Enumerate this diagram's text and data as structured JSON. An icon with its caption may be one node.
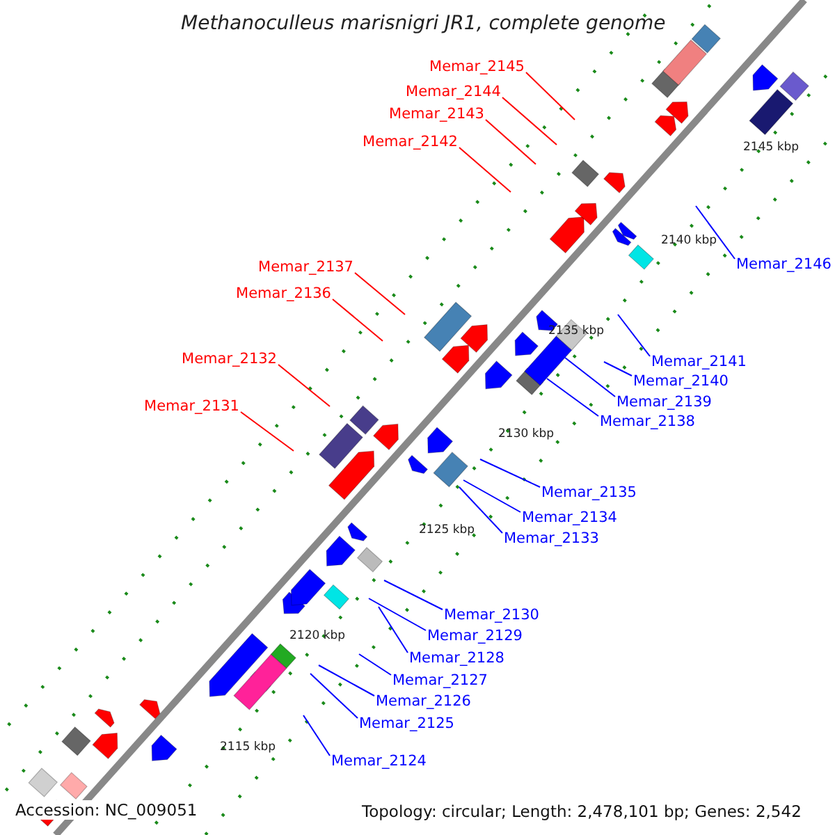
{
  "diagram": {
    "title": "Methanoculleus marisnigri JR1, complete genome",
    "nodes": [
      {
        "text": [
          "Memar_2145"
        ]
      },
      {
        "text": [
          "Memar_2144"
        ]
      },
      {
        "text": [
          "Memar_2143"
        ]
      },
      {
        "text": [
          "Memar_2142"
        ]
      },
      {
        "text": [
          "Memar_2146"
        ]
      },
      {
        "text": [
          "Memar_2137"
        ]
      },
      {
        "text": [
          "Memar_2136"
        ]
      },
      {
        "text": [
          "Memar_2141"
        ]
      },
      {
        "text": [
          "Memar_2140"
        ]
      },
      {
        "text": [
          "Memar_2132"
        ]
      },
      {
        "text": [
          "Memar_2139"
        ]
      },
      {
        "text": [
          "Memar_2138"
        ]
      },
      {
        "text": [
          "Memar_2131"
        ]
      },
      {
        "text": [
          "Memar_2135"
        ]
      },
      {
        "text": [
          "Memar_2134"
        ]
      },
      {
        "text": [
          "Memar_2133"
        ]
      },
      {
        "text": [
          "Memar_2130"
        ]
      },
      {
        "text": [
          "Memar_2129"
        ]
      },
      {
        "text": [
          "Memar_2128"
        ]
      },
      {
        "text": [
          "Memar_2127"
        ]
      },
      {
        "text": [
          "Memar_2126"
        ]
      },
      {
        "text": [
          "Memar_2125"
        ]
      },
      {
        "text": [
          "Memar_2124"
        ]
      }
    ],
    "edges": [
      {
        "from": 0,
        "to": null,
        "arrow": "none",
        "color": "#ff0000"
      },
      {
        "from": 1,
        "to": null,
        "arrow": "none",
        "color": "#ff0000"
      },
      {
        "from": 2,
        "to": null,
        "arrow": "none",
        "color": "#ff0000"
      },
      {
        "from": 3,
        "to": null,
        "arrow": "none",
        "color": "#ff0000"
      },
      {
        "from": 4,
        "to": null,
        "arrow": "none"
      },
      {
        "from": 5,
        "to": null,
        "arrow": "none",
        "color": "#ff0000"
      },
      {
        "from": 6,
        "to": null,
        "arrow": "none",
        "color": "#ff0000"
      },
      {
        "from": 7,
        "to": null,
        "arrow": "none"
      },
      {
        "from": 8,
        "to": null,
        "arrow": "none"
      },
      {
        "from": 9,
        "to": null,
        "arrow": "none",
        "color": "#ff0000"
      },
      {
        "from": 10,
        "to": null,
        "arrow": "none"
      },
      {
        "from": 11,
        "to": null,
        "arrow": "none"
      },
      {
        "from": 12,
        "to": null,
        "arrow": "none",
        "color": "#ff0000"
      },
      {
        "from": 13,
        "to": null,
        "arrow": "none"
      },
      {
        "from": 14,
        "to": null,
        "arrow": "none"
      },
      {
        "from": 15,
        "to": null,
        "arrow": "none"
      },
      {
        "from": 16,
        "to": null,
        "arrow": "none"
      },
      {
        "from": 17,
        "to": null,
        "arrow": "none"
      },
      {
        "from": 18,
        "to": null,
        "arrow": "none"
      },
      {
        "from": 19,
        "to": null,
        "arrow": "none"
      },
      {
        "from": 20,
        "to": null,
        "arrow": "none"
      },
      {
        "from": 21,
        "to": null,
        "arrow": "none"
      },
      {
        "from": 22,
        "to": null,
        "arrow": "none"
      }
    ],
    "labels": [
      "2145 kbp",
      "2140 kbp",
      "2135 kbp",
      "2130 kbp",
      "2125 kbp",
      "2120 kbp",
      "2115 kbp",
      "Accession: NC_009051",
      "Topology: circular; Length: 2,478,101 bp; Genes: 2,542"
    ]
  }
}
